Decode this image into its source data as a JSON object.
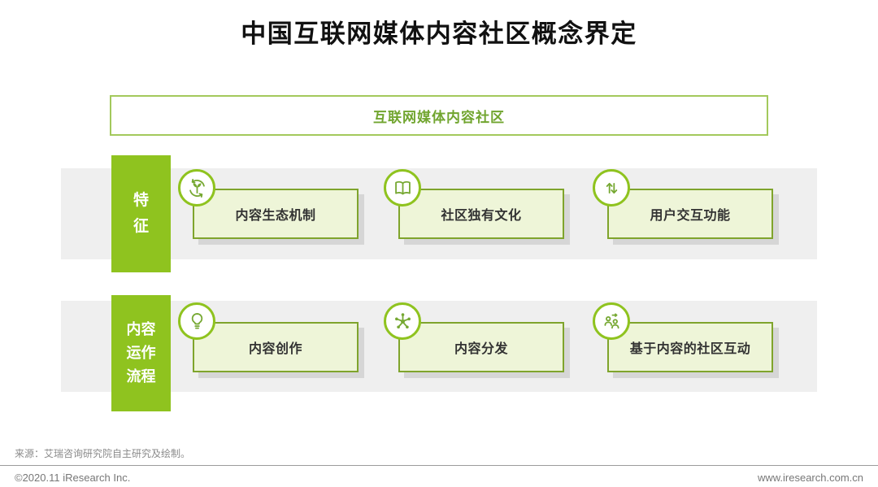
{
  "title": "中国互联网媒体内容社区概念界定",
  "concept": {
    "label": "互联网媒体内容社区"
  },
  "rows": [
    {
      "label": "特征",
      "items": [
        {
          "label": "内容生态机制",
          "icon": "eco-cycle-icon"
        },
        {
          "label": "社区独有文化",
          "icon": "open-book-icon"
        },
        {
          "label": "用户交互功能",
          "icon": "sort-arrows-icon"
        }
      ]
    },
    {
      "label": "内容运作流程",
      "items": [
        {
          "label": "内容创作",
          "icon": "lightbulb-icon"
        },
        {
          "label": "内容分发",
          "icon": "share-network-icon"
        },
        {
          "label": "基于内容的社区互动",
          "icon": "community-interaction-icon"
        }
      ]
    }
  ],
  "footer": {
    "source": "来源：艾瑞咨询研究院自主研究及绘制。",
    "copyright": "©2020.11 iResearch Inc.",
    "website": "www.iresearch.com.cn"
  },
  "colors": {
    "brand_green": "#8fc31f",
    "box_fill": "#eef5d8",
    "box_border": "#7fa42c",
    "stripe_gray": "#efefef",
    "concept_border": "#a3c95c",
    "concept_text": "#71a52f"
  }
}
